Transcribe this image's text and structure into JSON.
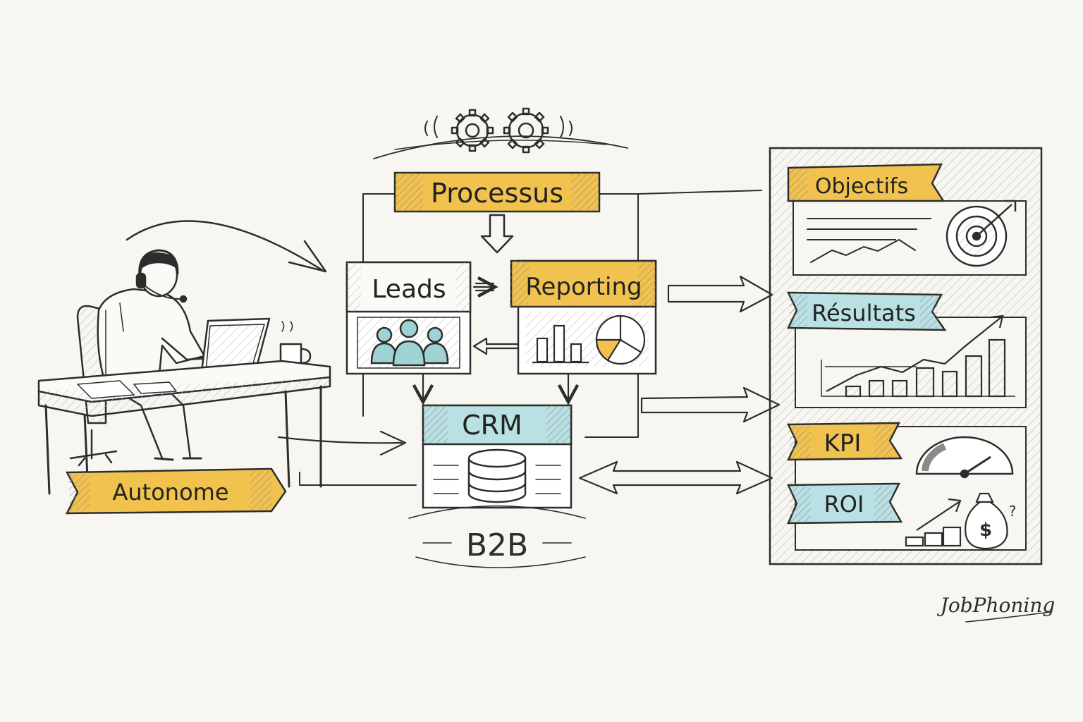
{
  "labels": {
    "processus": "Processus",
    "leads": "Leads",
    "reporting": "Reporting",
    "crm": "CRM",
    "b2b": "B2B",
    "autonome": "Autonome",
    "objectifs": "Objectifs",
    "resultats": "Résultats",
    "kpi": "KPI",
    "roi": "ROI",
    "brand": "JobPhoning"
  },
  "colors": {
    "background": "#f8f6f0",
    "ink": "#2d2d2d",
    "yellow_banner": "#f2c24e",
    "blue_banner": "#b9e1e3",
    "hatch": "#8a8a8a",
    "teal_people": "#9fd3d3"
  },
  "icons": [
    "gears-icon",
    "people-icon",
    "bar-pie-chart-icon",
    "database-icon",
    "target-icon",
    "growth-chart-icon",
    "gauge-icon",
    "money-bag-icon",
    "headset-worker-icon"
  ]
}
